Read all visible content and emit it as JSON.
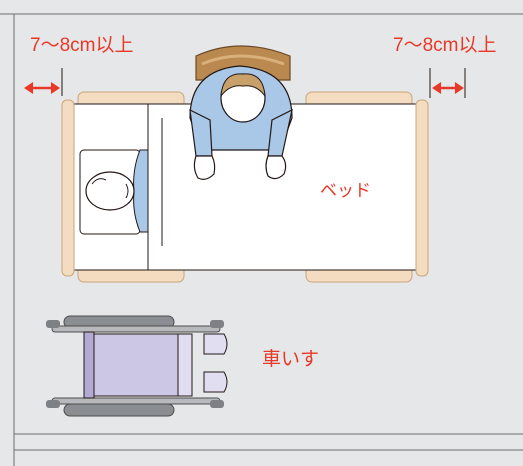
{
  "labels": {
    "clearance_left": "7〜8cm以上",
    "clearance_right": "7〜8cm以上",
    "bed": "ベッド",
    "wheelchair": "車いす"
  },
  "colors": {
    "accent_red": "#e83828",
    "floor": "#e6e7e8",
    "wall_line": "#6d6e71",
    "bed_frame": "#f3dcc0",
    "bed_frame_edge": "#c9a57e",
    "mattress": "#ffffff",
    "person_shirt": "#a9c7e7",
    "hair": "#c8a06a",
    "wheelchair_seat": "#cdc7e6",
    "tire": "#8a8d91"
  },
  "icons": {
    "clearance_arrow": "double-headed-arrow"
  }
}
